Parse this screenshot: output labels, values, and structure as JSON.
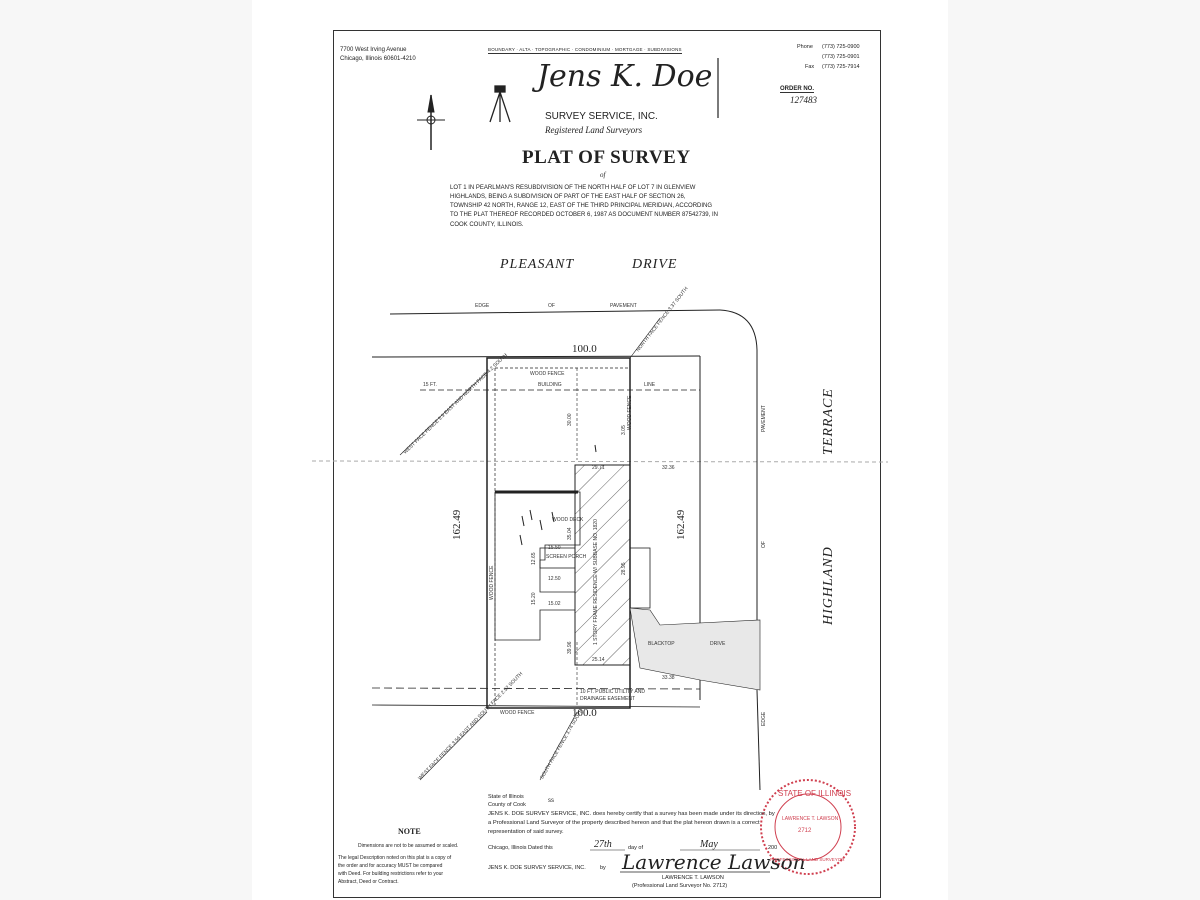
{
  "header": {
    "address_line1": "7700 West Irving Avenue",
    "address_line2": "Chicago, Illinois 60601-4210",
    "top_banner": "BOUNDARY · ALTA · TOPOGRAPHIC · CONDOMINIUM · MORTGAGE · SUBDIVISIONS",
    "phone_label": "Phone",
    "phone1": "(773) 725-0900",
    "phone2": "(773) 725-0901",
    "fax_label": "Fax",
    "fax": "(773) 725-7914",
    "order_label": "ORDER NO.",
    "order_no": "127483"
  },
  "company": {
    "signature": "Jens K. Doe",
    "name": "SURVEY SERVICE, INC.",
    "subtitle": "Registered Land Surveyors"
  },
  "document": {
    "title": "PLAT OF SURVEY",
    "of": "of",
    "legal_line1": "LOT 1 IN PEARLMAN'S RESUBDIVISION OF THE NORTH HALF OF LOT 7 IN GLENVIEW",
    "legal_line2": "HIGHLANDS, BEING A SUBDIVISION OF PART OF THE EAST HALF OF SECTION 26,",
    "legal_line3": "TOWNSHIP 42 NORTH, RANGE 12, EAST OF THE THIRD PRINCIPAL MERIDIAN, ACCORDING",
    "legal_line4": "TO THE PLAT THEREOF RECORDED OCTOBER 6, 1987 AS DOCUMENT NUMBER 87542739, IN",
    "legal_line5": "COOK COUNTY, ILLINOIS."
  },
  "plat": {
    "street_top_1": "PLEASANT",
    "street_top_2": "DRIVE",
    "street_right_1": "TERRACE",
    "street_right_2": "HIGHLAND",
    "edge_word1": "EDGE",
    "edge_word2": "OF",
    "edge_word3": "PAVEMENT",
    "dim_top": "100.0",
    "dim_bottom": "100.0",
    "dim_left": "162.49",
    "dim_right": "162.49",
    "building_line_ft": "15 FT.",
    "building_word": "BUILDING",
    "line_word": "LINE",
    "wood_fence": "WOOD FENCE",
    "wood_fence_left": "WOOD FENCE",
    "wood_fence_right": "WOOD FENCE",
    "wood_fence_bottom": "WOOD FENCE",
    "wood_deck": "WOOD DECK",
    "screen_porch": "SCREEN PORCH",
    "residence": "1 STORY FRAME RESIDENCE W/ SUBBASE NO. 1820",
    "blacktop": "BLACKTOP",
    "drive": "DRIVE",
    "pavement": "PAVEMENT",
    "of_word": "OF",
    "edge_word": "EDGE",
    "easement_line1": "10 FT. PUBLIC UTILITY AND",
    "easement_line2": "DRAINAGE EASEMENT",
    "nw_note": "WEST FACE FENCE 5.9 EAST AND NORTH FACE 4.2 SOUTH",
    "ne_note": "NORTH FACE FENCE 3.37 SOUTH",
    "sw_note": "WEST FACE FENCE 3.56 EAST AND SOUTH FACE 2.52 SOUTH",
    "s_note": "SOUTH FACE FENCE 3.74 SOUTH",
    "d1": "29.71",
    "d2": "32.36",
    "d3": "15.50",
    "d4": "12.50",
    "d5": "15.02",
    "d6": "25.14",
    "d7": "33.38",
    "d8": "30.00",
    "d9": "39.96",
    "d10": "35.04",
    "d11": "28.95",
    "d12": "12.65",
    "d13": "15.20",
    "d14": "3.05"
  },
  "certification": {
    "state_line1": "State of Illinois",
    "state_line2": "County of Cook",
    "ss": "ss",
    "text_line1": "JENS K. DOE SURVEY SERVICE, INC. does hereby certify that a survey has been made under its direction, by",
    "text_line2": "a Professional Land Surveyor of the property described hereon and that the plat hereon drawn is a correct",
    "text_line3": "representation of said survey.",
    "dated_label": "Chicago, Illinois Dated this",
    "day_value": "27th",
    "day_of": "day of",
    "month_value": "May",
    "year_suffix": "200",
    "sign_company": "JENS K. DOE SURVEY SERVICE, INC.",
    "sign_by": "by",
    "signature": "Lawrence Lawson",
    "signer_name": "LAWRENCE T. LAWSON",
    "signer_title": "(Professional Land Surveyor No. 2712)"
  },
  "note": {
    "heading": "NOTE",
    "line1": "Dimensions are not to be assumed or scaled.",
    "line2": "The legal Description noted on this plat is a copy of",
    "line3": "the order and for accuracy MUST be compared",
    "line4": "with Deed.  For building restrictions refer to your",
    "line5": "Abstract, Deed or Contract."
  },
  "seal": {
    "top": "STATE OF ILLINOIS",
    "middle": "LAWRENCE T. LAWSON",
    "number": "2712",
    "bottom": "PROFESSIONAL LAND SURVEYOR"
  },
  "colors": {
    "ink": "#222222",
    "seal": "#d04050"
  }
}
